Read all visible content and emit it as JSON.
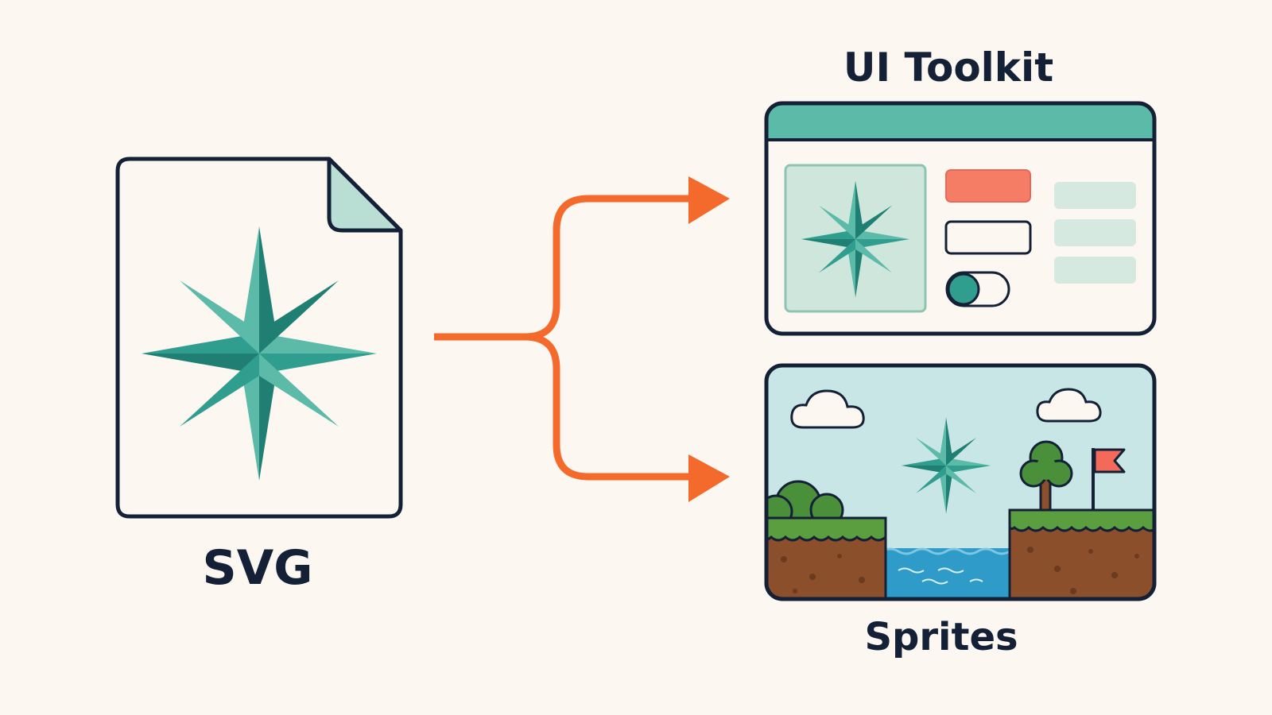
{
  "source": {
    "label": "SVG",
    "icon": "svg-file-icon"
  },
  "targets": [
    {
      "id": "ui-toolkit",
      "label": "UI Toolkit",
      "icon": "ui-panel-icon"
    },
    {
      "id": "sprites",
      "label": "Sprites",
      "icon": "game-scene-icon"
    }
  ],
  "icons": {
    "star": "eight-point-star-icon",
    "arrow": "branching-arrow-icon",
    "cloud": "cloud-icon",
    "tree": "tree-icon",
    "flag": "flag-icon",
    "toggle": "toggle-switch-icon"
  },
  "colors": {
    "background": "#fcf8f1",
    "outline": "#142036",
    "teal": "#2f9e8f",
    "teal_dark": "#1f7f73",
    "teal_light": "#5bbaa8",
    "mint": "#cfe6dd",
    "arrow": "#f36a2c",
    "button_active": "#f57c65",
    "sky": "#c9e6e6",
    "grass": "#5a9e3f",
    "dirt": "#8b4f2c",
    "water": "#2f9bc9"
  }
}
